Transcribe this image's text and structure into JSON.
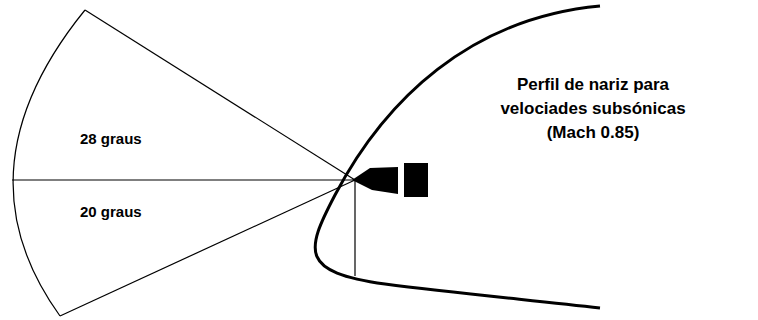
{
  "diagram": {
    "labels": [
      "28 graus",
      "20 graus",
      "Perfil de nariz para velociades subsónicas (Mach 0.85)"
    ]
  }
}
